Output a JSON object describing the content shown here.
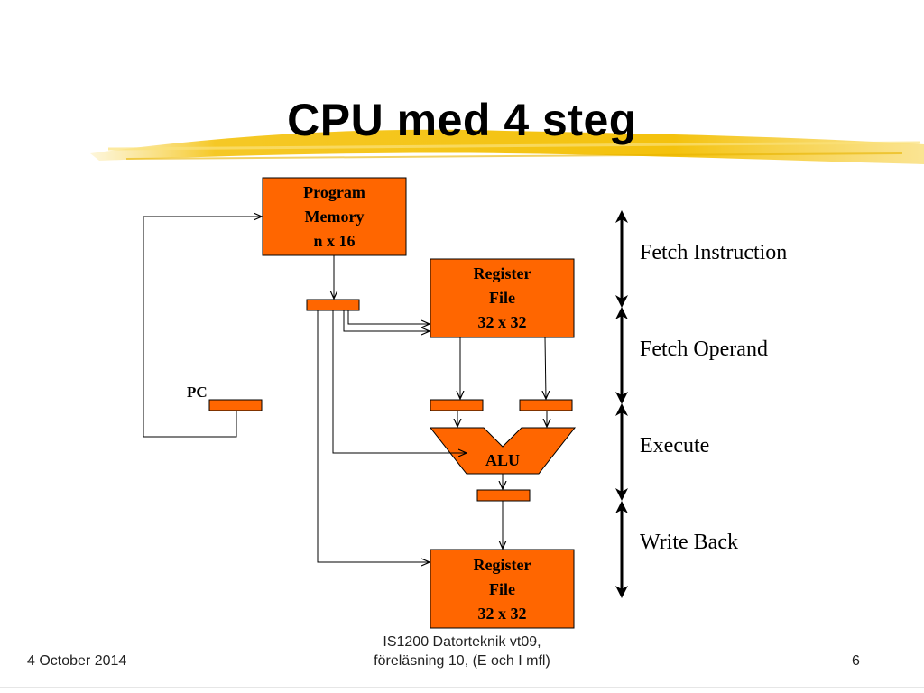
{
  "slide": {
    "title": "CPU med 4 steg"
  },
  "blocks": {
    "program_memory": "Program\nMemory\nn x 16",
    "register_file_top": "Register\nFile\n32 x 32",
    "register_file_bottom": "Register\nFile\n32 x 32",
    "alu": "ALU",
    "pc": "PC"
  },
  "stages": [
    {
      "label": "Fetch Instruction"
    },
    {
      "label": "Fetch Operand"
    },
    {
      "label": "Execute"
    },
    {
      "label": "Write Back"
    }
  ],
  "footer": {
    "date": "4 October 2014",
    "course": "IS1200 Datorteknik vt09,\nföreläsning 10, (E och I mfl)",
    "page": "6"
  },
  "colors": {
    "block_fill": "#ff6600",
    "line": "#000000",
    "highlighter": "#f4c20d"
  }
}
